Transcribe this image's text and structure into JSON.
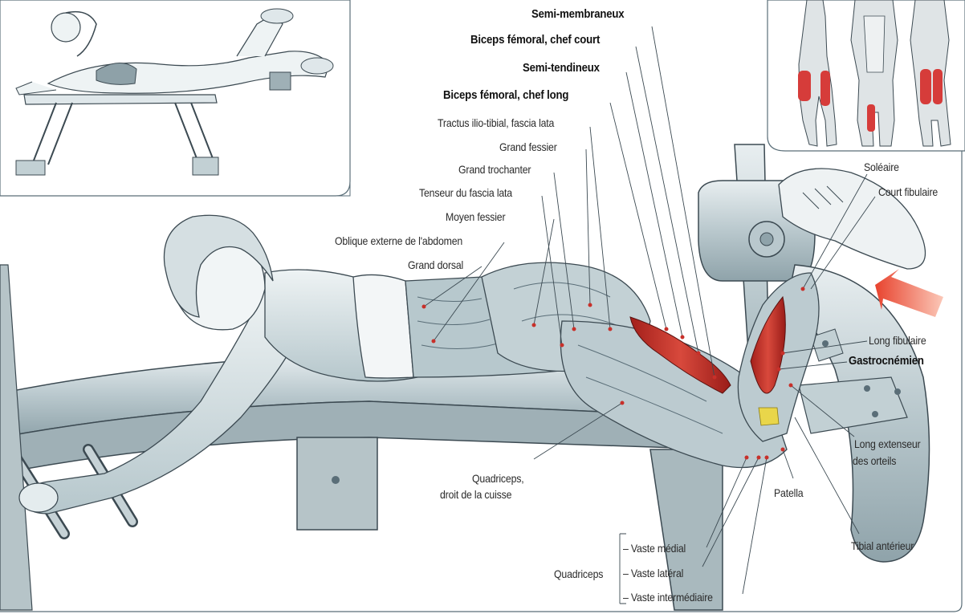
{
  "labels": {
    "semi_membraneux": "Semi-membraneux",
    "biceps_chef_court": "Biceps fémoral, chef court",
    "semi_tendineux": "Semi-tendineux",
    "biceps_chef_long": "Biceps fémoral, chef long",
    "tractus": "Tractus ilio-tibial, fascia lata",
    "grand_fessier": "Grand fessier",
    "grand_trochanter": "Grand trochanter",
    "tenseur": "Tenseur du fascia lata",
    "moyen_fessier": "Moyen fessier",
    "oblique": "Oblique externe de l'abdomen",
    "grand_dorsal": "Grand dorsal",
    "quadriceps_droit_1": "Quadriceps,",
    "quadriceps_droit_2": "droit de la cuisse",
    "soleaire": "Soléaire",
    "court_fibulaire": "Court fibulaire",
    "long_fibulaire": "Long fibulaire",
    "gastrocnemien": "Gastrocnémien",
    "long_extenseur_1": "Long extenseur",
    "long_extenseur_2": "des orteils",
    "patella": "Patella",
    "tibial_anterieur": "Tibial antérieur",
    "quadriceps_group": "Quadriceps",
    "vaste_medial": "– Vaste médial",
    "vaste_lateral": "– Vaste latéral",
    "vaste_intermediaire": "– Vaste intermédiaire"
  },
  "colors": {
    "muscle_highlight": "#c8302a",
    "arrow": "#ef5a45",
    "ink": "#3c4a52",
    "skin_shade": "#c9d6d9",
    "frame": "#5a6e78"
  }
}
